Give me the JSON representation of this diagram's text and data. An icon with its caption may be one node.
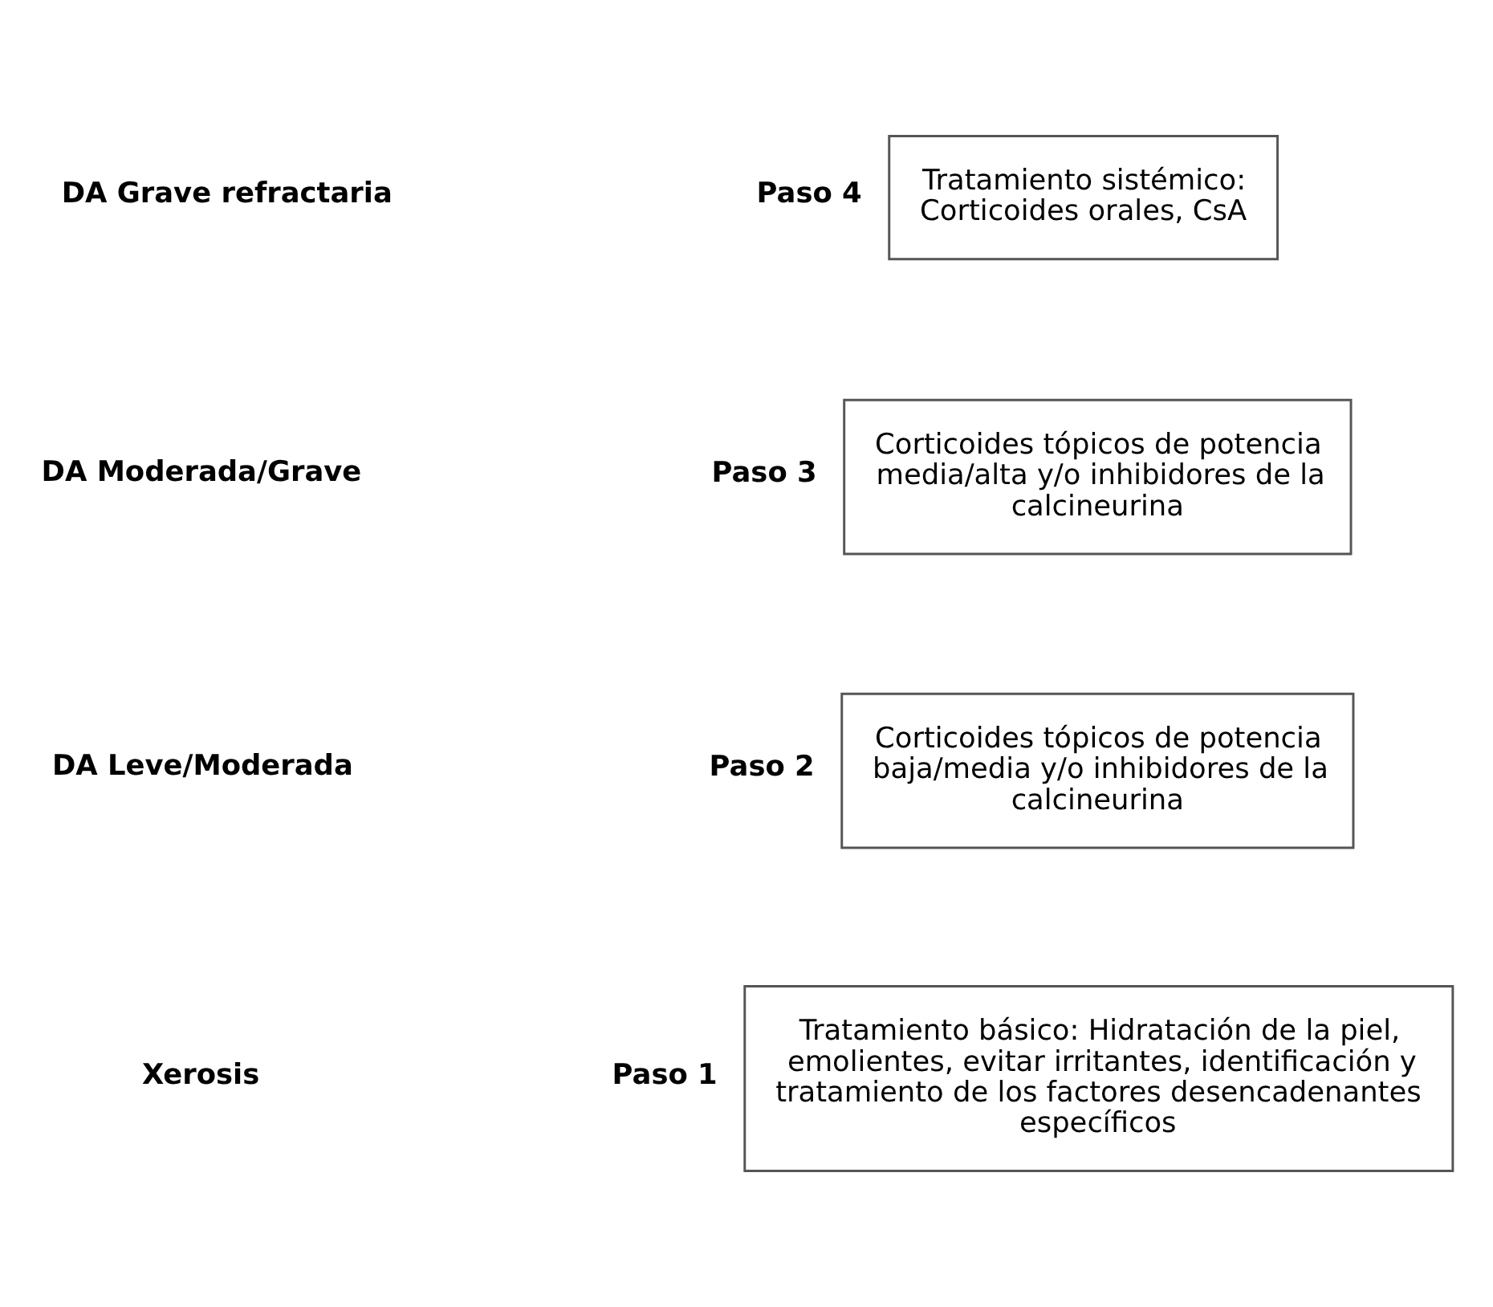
{
  "diagram": {
    "nodes": [
      {
        "text": [
          "Tratamiento sistémico: Corticoides orales, CsA"
        ],
        "beside": [
          "Paso 4"
        ]
      },
      {
        "text": [
          "Corticoides tópicos de potencia media/alta y/o inhibidores de la calcineurina"
        ],
        "beside": [
          "Paso 3"
        ]
      },
      {
        "text": [
          "Corticoides tópicos de potencia baja/media y/o inhibidores de la calcineurina"
        ],
        "beside": [
          "Paso 2"
        ]
      },
      {
        "text": [
          "Tratamiento básico: Hidratación de la piel, emolientes, evitar irritantes, identificación y tratamiento de los factores desencadenantes específicos"
        ],
        "beside": [
          "Paso 1"
        ]
      }
    ],
    "edges": [],
    "labels": [
      "DA Grave refractaria",
      "DA Moderada/Grave",
      "DA Leve/Moderada",
      "Xerosis"
    ]
  }
}
